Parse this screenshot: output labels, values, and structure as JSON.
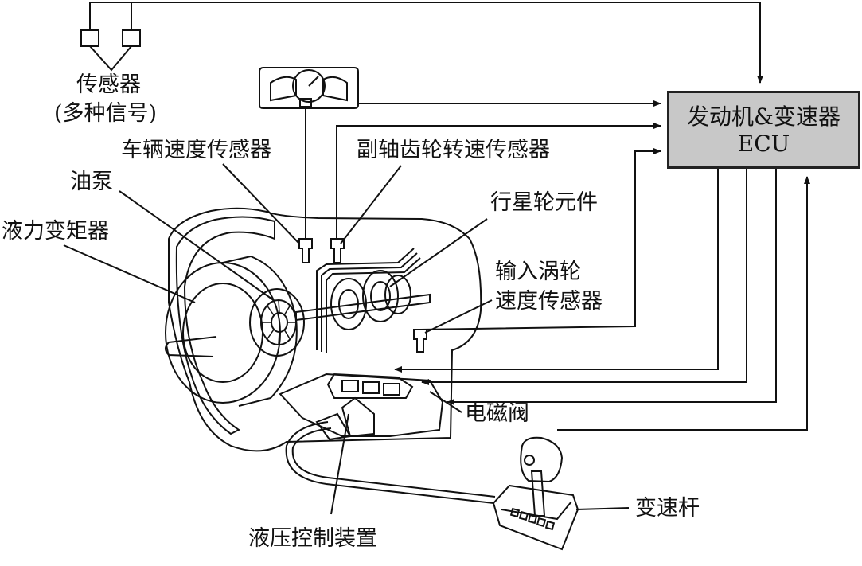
{
  "ecu": {
    "line1": "发动机&变速器",
    "line2": "ECU"
  },
  "labels": {
    "sensors": "传感器",
    "sensors_note": "(多种信号)",
    "vehicle_speed_sensor": "车辆速度传感器",
    "countershaft_speed_sensor": "副轴齿轮转速传感器",
    "oil_pump": "油泵",
    "planetary": "行星轮元件",
    "torque_converter": "液力变矩器",
    "input_turbine_line1": "输入涡轮",
    "input_turbine_line2": "速度传感器",
    "solenoid": "电磁阀",
    "shift_lever": "变速杆",
    "hydraulic_control": "液压控制装置"
  },
  "colors": {
    "line": "#111111",
    "ecu_fill": "#c8c8c8",
    "background": "#ffffff"
  }
}
